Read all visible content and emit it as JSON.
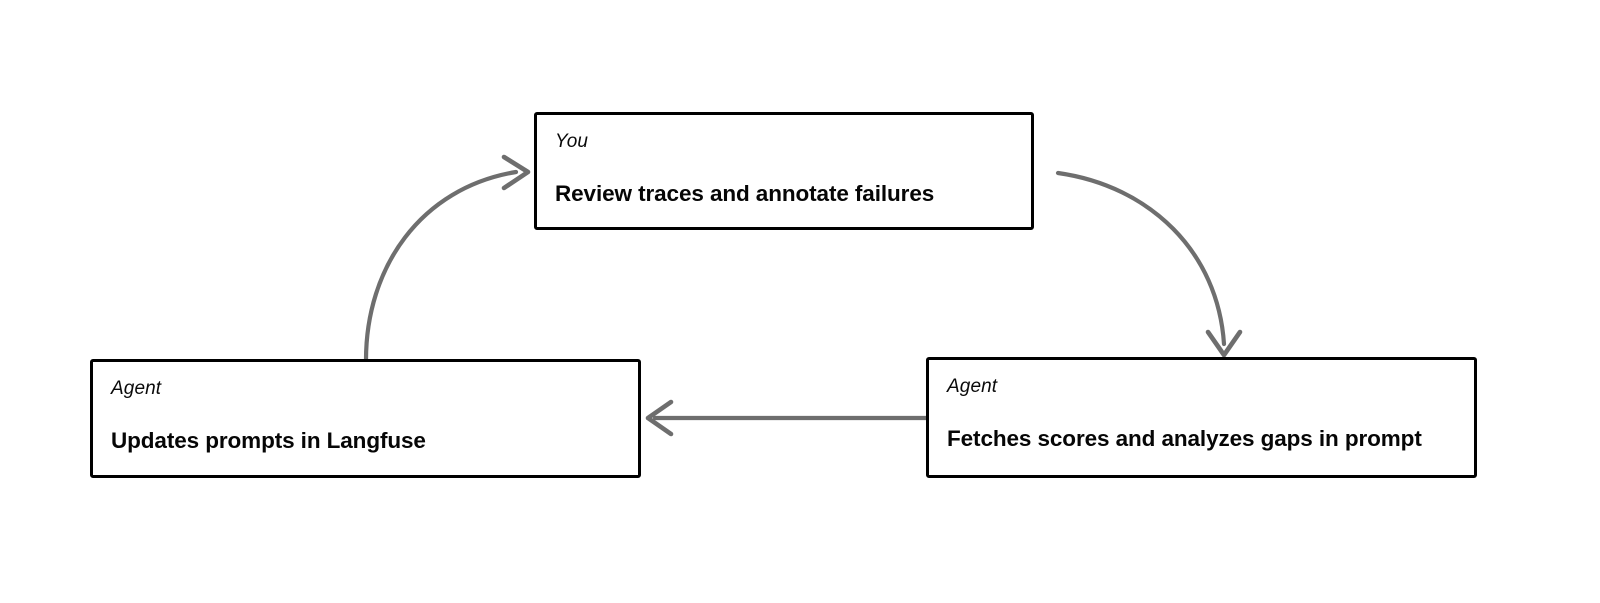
{
  "diagram": {
    "type": "cycle-flowchart",
    "title": "",
    "background_color": "#ffffff",
    "node_border_color": "#000000",
    "node_fill_color": "#ffffff",
    "arrow_color": "#6e6e6e",
    "text_color": "#0a0a0a",
    "nodes": [
      {
        "id": "you",
        "role": "You",
        "title": "Review traces and annotate failures"
      },
      {
        "id": "agent-update",
        "role": "Agent",
        "title": "Updates prompts in Langfuse"
      },
      {
        "id": "agent-fetch",
        "role": "Agent",
        "title": "Fetches scores and analyzes gaps in prompt"
      }
    ],
    "edges": [
      {
        "id": "edge-you-to-fetch",
        "from": "you",
        "to": "agent-fetch",
        "label": "",
        "shape": "curved"
      },
      {
        "id": "edge-fetch-to-update",
        "from": "agent-fetch",
        "to": "agent-update",
        "label": "",
        "shape": "straight"
      },
      {
        "id": "edge-update-to-you",
        "from": "agent-update",
        "to": "you",
        "label": "",
        "shape": "curved"
      }
    ]
  }
}
